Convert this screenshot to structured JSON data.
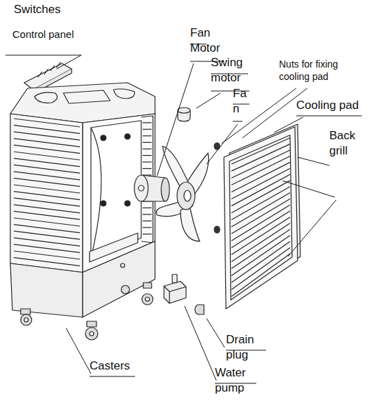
{
  "diagram": {
    "labels": [
      "Switches",
      "Control panel",
      "Fan Motor",
      "Swing motor",
      "Fa n",
      "Nuts for fixing cooling pad",
      "Cooling pad",
      "Back grill",
      "Drain plug",
      "Water pump",
      "Casters"
    ]
  }
}
